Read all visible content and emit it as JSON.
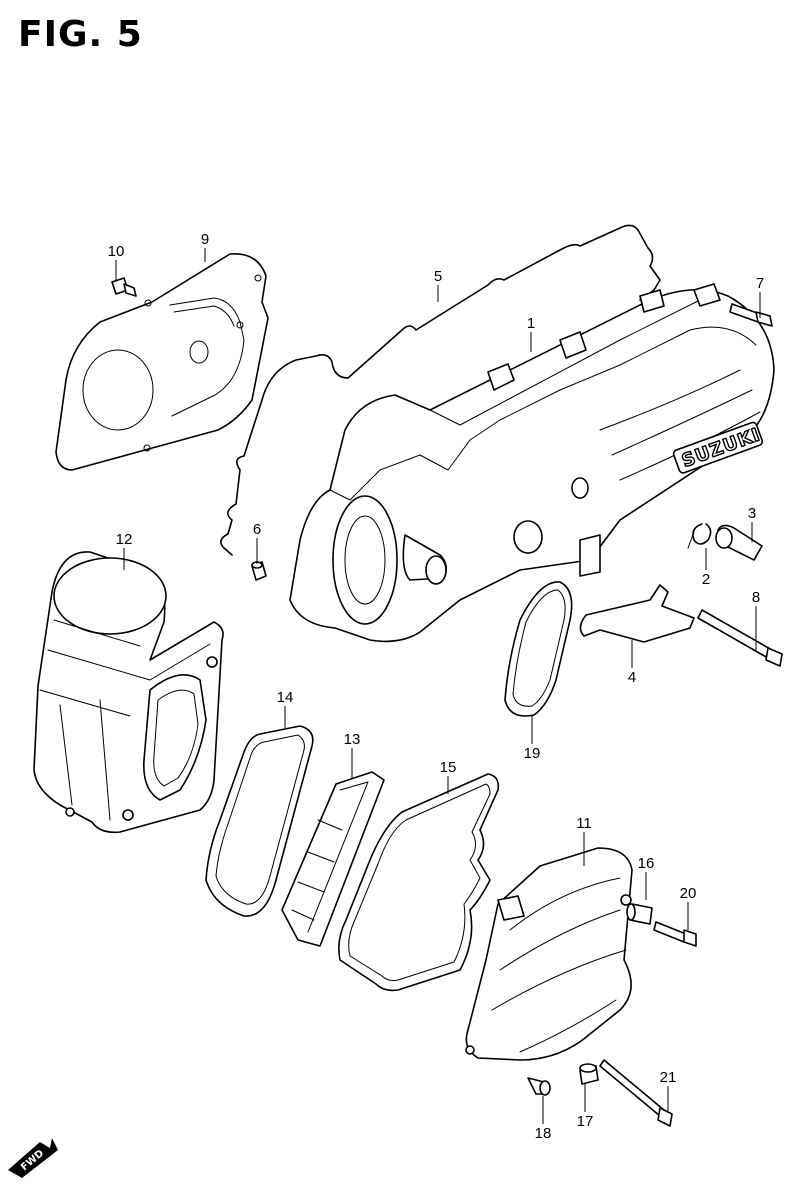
{
  "figure": {
    "title": "FIG. 5"
  },
  "brand_marking": "SUZUKI",
  "fwd_marker": "FWD",
  "callouts": [
    "1",
    "2",
    "3",
    "4",
    "5",
    "6",
    "7",
    "8",
    "9",
    "10",
    "11",
    "12",
    "13",
    "14",
    "15",
    "16",
    "17",
    "18",
    "19",
    "20",
    "21"
  ]
}
